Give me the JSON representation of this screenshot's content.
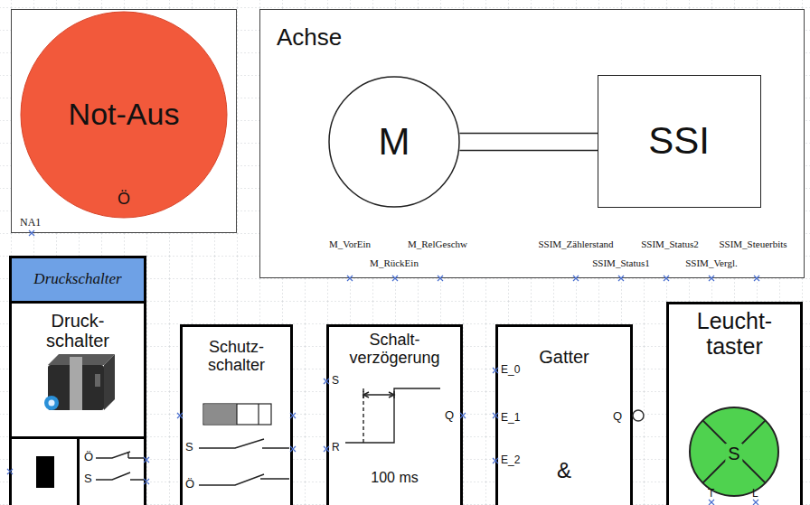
{
  "diagram": {
    "nodes": [
      {
        "text": [
          "NA1"
        ]
      },
      {
        "text": [
          "Not-Aus",
          "Ö"
        ],
        "in": 0
      },
      {
        "text": [
          "Achse"
        ]
      },
      {
        "text": [
          "M"
        ],
        "in": 2
      },
      {
        "text": [
          "SSI"
        ],
        "in": 2
      },
      {
        "text": [
          "Druckschalter",
          "Druck- schalter"
        ]
      },
      {
        "text": [
          "Ö",
          "S"
        ],
        "in": 5
      },
      {
        "text": [
          "Schutz- schalter",
          "S",
          "Ö"
        ]
      },
      {
        "text": [
          "Schalt- verzögerung",
          "S",
          "Q",
          "R",
          "100 ms"
        ]
      },
      {
        "text": [
          "Gatter",
          "E_0",
          "E_1",
          "Q",
          "E_2",
          "&"
        ]
      },
      {
        "text": [
          "Leucht- taster",
          "T",
          "L"
        ]
      },
      {
        "text": [
          "S"
        ],
        "in": 10
      }
    ],
    "edges": [
      {
        "from": 3,
        "to": 4,
        "arrow": "none"
      }
    ],
    "labels": [
      "M_VorEin",
      "M_RelGeschw",
      "M_RückEin",
      "SSIM_Zählerstand",
      "SSIM_Status2",
      "SSIM_Steuerbits",
      "SSIM_Status1",
      "SSIM_Vergl."
    ]
  }
}
